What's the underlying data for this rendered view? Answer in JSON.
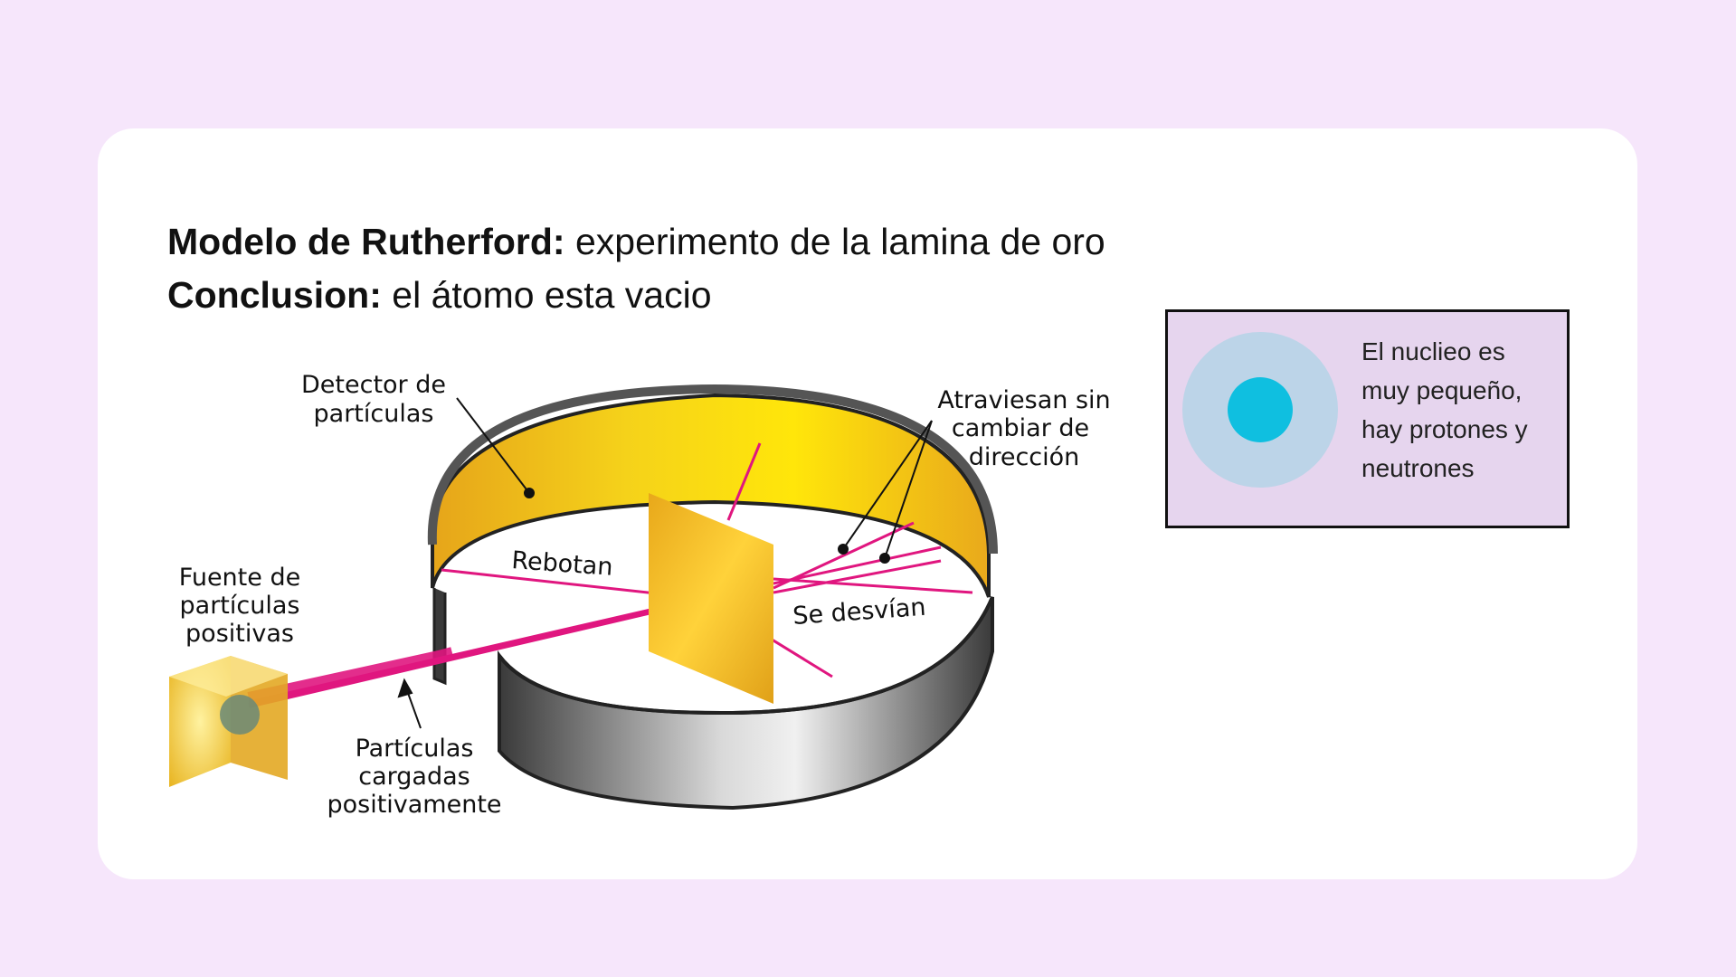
{
  "heading": {
    "line1_bold": "Modelo de Rutherford:",
    "line1_rest": " experimento de la lamina de oro",
    "line2_bold": "Conclusion:",
    "line2_rest": " el átomo esta vacio"
  },
  "diagram": {
    "detector_label": [
      "Detector de",
      "partículas"
    ],
    "pass_label": [
      "Atraviesan sin",
      "cambiar de",
      "dirección"
    ],
    "bounce_label": "Rebotan",
    "deflect_label": "Se desvían",
    "source_label": [
      "Fuente de",
      "partículas",
      "positivas"
    ],
    "particles_label": [
      "Partículas",
      "cargadas",
      "positivamente"
    ]
  },
  "nucleus_box": {
    "text_lines": [
      "El nuclieo es",
      "muy pequeño,",
      "hay protones y",
      "neutrones"
    ]
  },
  "colors": {
    "background": "#f6e6fb",
    "card": "#ffffff",
    "box": "#e6d5ee",
    "atom_outer": "#bcd4e8",
    "atom_nucleus": "#0fbfe0",
    "beam": "#e0167f",
    "gold": "#f2c41e"
  }
}
